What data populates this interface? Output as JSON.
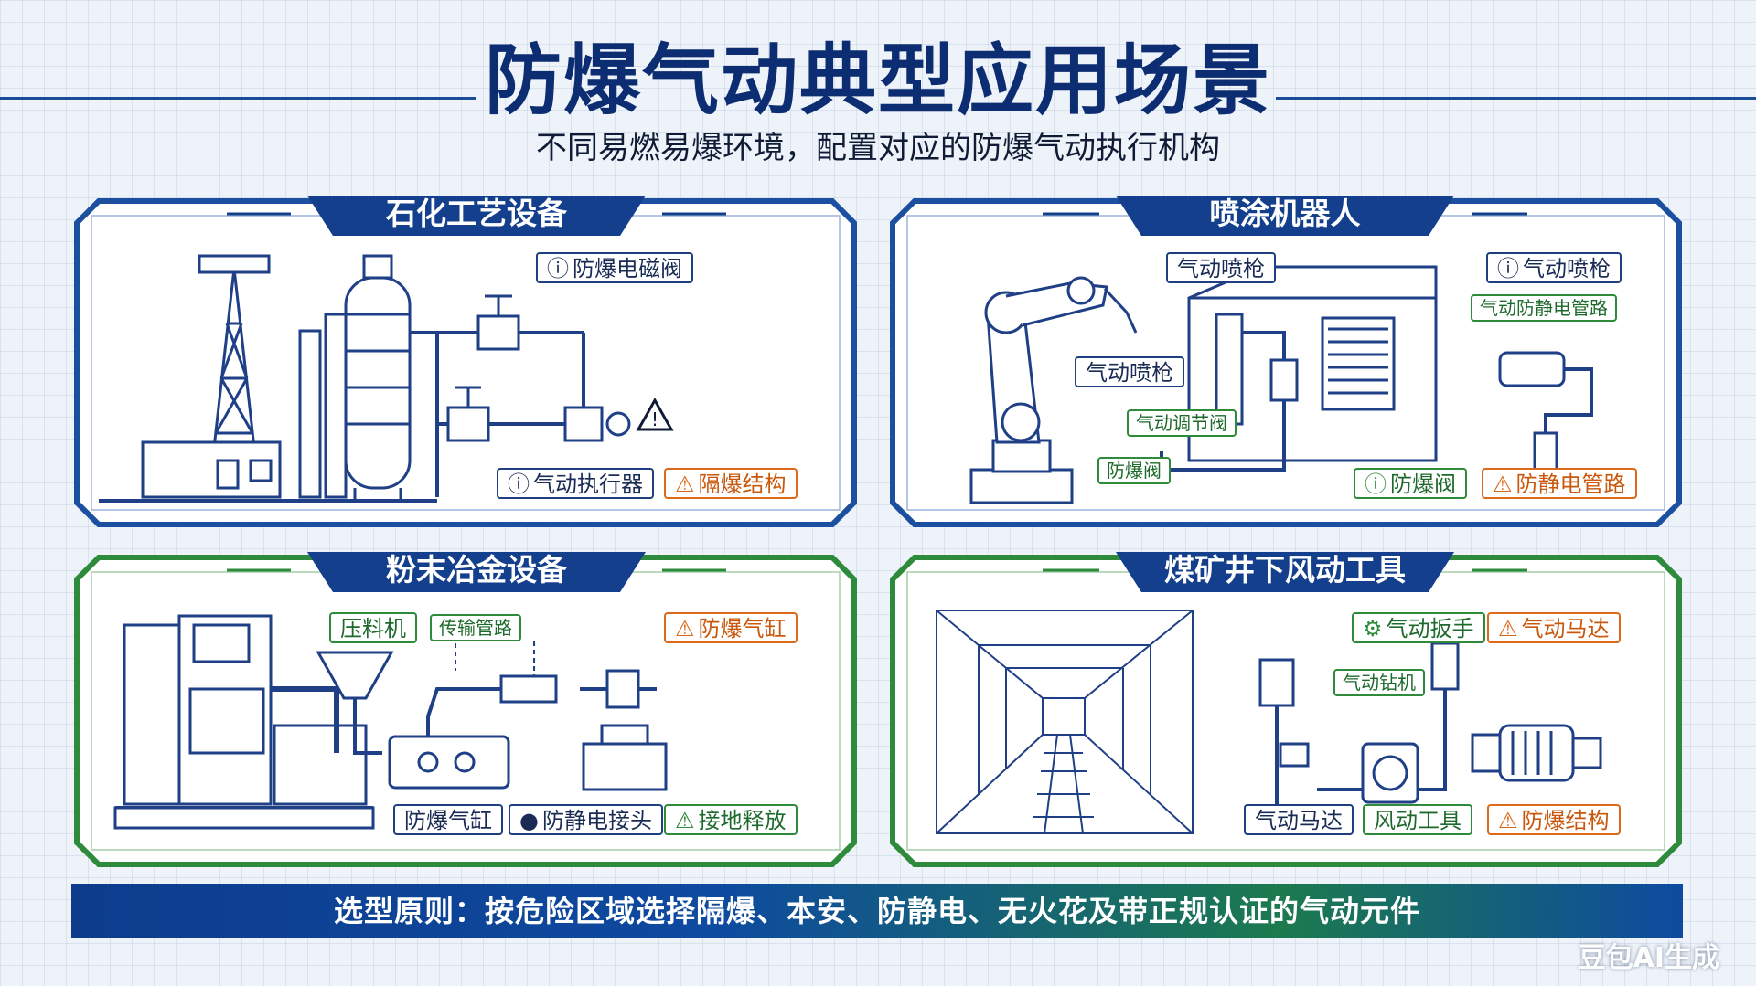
{
  "header": {
    "title": "防爆气动典型应用场景",
    "subtitle": "不同易燃易爆环境，配置对应的防爆气动执行机构"
  },
  "colors": {
    "navy": "#0d2d72",
    "blue_frame": "#1b4fa0",
    "green_frame": "#2e8b3c",
    "orange_tag": "#dd6a1a"
  },
  "panels": {
    "petrochem": {
      "title": "石化工艺设备",
      "tags": {
        "solenoid": "防爆电磁阀",
        "actuator": "气动执行器",
        "flameproof": "隔爆结构"
      }
    },
    "spray": {
      "title": "喷涂机器人",
      "tags": {
        "gun_top": "气动喷枪",
        "gun_right": "气动喷枪",
        "static_circuit": "气动防静电管路",
        "gun_mid": "气动喷枪",
        "regulator": "气动调节阀",
        "ex_small": "防爆阀",
        "ex_valve": "防爆阀",
        "static_pipe": "防静电管路"
      }
    },
    "powder": {
      "title": "粉末冶金设备",
      "tags": {
        "press": "压料机",
        "conveyor": "传输管路",
        "ex_cylinder_top": "防爆气缸",
        "ex_cylinder_bottom": "防爆气缸",
        "static_joint": "防静电接头",
        "grounding": "接地释放"
      }
    },
    "mine": {
      "title": "煤矿井下风动工具",
      "tags": {
        "wrench": "气动扳手",
        "motor_top": "气动马达",
        "drill": "气动钻机",
        "motor_bottom": "气动马达",
        "wind_tool": "风动工具",
        "ex_structure": "防爆结构"
      }
    }
  },
  "footer": {
    "principle": "选型原则：按危险区域选择隔爆、本安、防静电、无火花及带正规认证的气动元件"
  },
  "watermark": "豆包AI生成"
}
